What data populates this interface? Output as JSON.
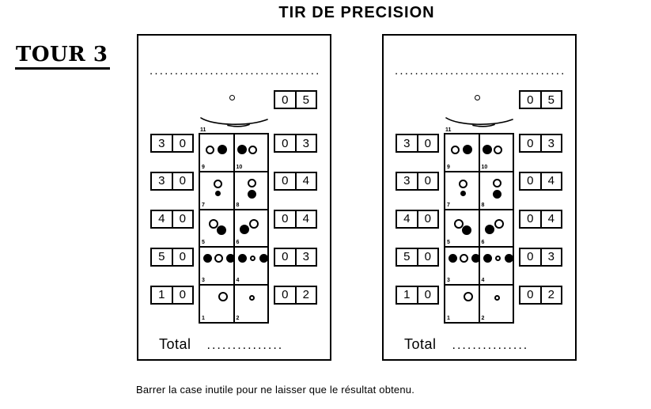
{
  "title": "TIR DE PRECISION",
  "round_label": "TOUR 3",
  "footer_note": "Barrer la case inutile pour ne laisser que le résultat obtenu.",
  "colors": {
    "ink": "#000000",
    "paper": "#ffffff"
  },
  "cards": [
    {
      "name_line": "...................................",
      "jack": "small-open-circle",
      "top_box": [
        "0",
        "5"
      ],
      "zone_label": "11",
      "rows": [
        {
          "left": [
            "3",
            "0"
          ],
          "right": [
            "0",
            "3"
          ],
          "cells": [
            {
              "num": "9",
              "balls": [
                {
                  "t": "open",
                  "x": 12,
                  "y": 19,
                  "d": 11
                },
                {
                  "t": "solid",
                  "x": 28,
                  "y": 19,
                  "d": 12
                }
              ]
            },
            {
              "num": "10",
              "balls": [
                {
                  "t": "solid",
                  "x": 9,
                  "y": 19,
                  "d": 12
                },
                {
                  "t": "open",
                  "x": 23,
                  "y": 19,
                  "d": 11
                }
              ]
            }
          ]
        },
        {
          "left": [
            "3",
            "0"
          ],
          "right": [
            "0",
            "4"
          ],
          "cells": [
            {
              "num": "7",
              "balls": [
                {
                  "t": "open",
                  "x": 22,
                  "y": 15,
                  "d": 11
                },
                {
                  "t": "solid",
                  "x": 22,
                  "y": 27,
                  "d": 7
                }
              ]
            },
            {
              "num": "8",
              "balls": [
                {
                  "t": "open",
                  "x": 22,
                  "y": 14,
                  "d": 11
                },
                {
                  "t": "solid",
                  "x": 22,
                  "y": 28,
                  "d": 11
                }
              ]
            }
          ]
        },
        {
          "left": [
            "4",
            "0"
          ],
          "right": [
            "0",
            "4"
          ],
          "cells": [
            {
              "num": "5",
              "balls": [
                {
                  "t": "open",
                  "x": 17,
                  "y": 17,
                  "d": 12
                },
                {
                  "t": "solid",
                  "x": 27,
                  "y": 25,
                  "d": 12
                }
              ]
            },
            {
              "num": "6",
              "balls": [
                {
                  "t": "solid",
                  "x": 12,
                  "y": 24,
                  "d": 12
                },
                {
                  "t": "open",
                  "x": 24,
                  "y": 17,
                  "d": 12
                }
              ]
            }
          ]
        },
        {
          "left": [
            "5",
            "0"
          ],
          "right": [
            "0",
            "3"
          ],
          "cells": [
            {
              "num": "3",
              "balls": [
                {
                  "t": "solid",
                  "x": 9,
                  "y": 13,
                  "d": 11
                },
                {
                  "t": "open",
                  "x": 23,
                  "y": 13,
                  "d": 11
                },
                {
                  "t": "solid",
                  "x": 38,
                  "y": 13,
                  "d": 11
                }
              ]
            },
            {
              "num": "4",
              "balls": [
                {
                  "t": "solid",
                  "x": 10,
                  "y": 13,
                  "d": 11
                },
                {
                  "t": "open",
                  "x": 23,
                  "y": 13,
                  "d": 7
                },
                {
                  "t": "solid",
                  "x": 37,
                  "y": 13,
                  "d": 11
                }
              ]
            }
          ]
        },
        {
          "left": [
            "1",
            "0"
          ],
          "right": [
            "0",
            "2"
          ],
          "cells": [
            {
              "num": "1",
              "balls": [
                {
                  "t": "open",
                  "x": 29,
                  "y": 14,
                  "d": 12
                }
              ]
            },
            {
              "num": "2",
              "balls": [
                {
                  "t": "open",
                  "x": 22,
                  "y": 15,
                  "d": 7
                }
              ]
            }
          ]
        }
      ],
      "total_label": "Total",
      "total_dots": "..............."
    },
    {
      "name_line": "...................................",
      "jack": "small-open-circle",
      "top_box": [
        "0",
        "5"
      ],
      "zone_label": "11",
      "rows": [
        {
          "left": [
            "3",
            "0"
          ],
          "right": [
            "0",
            "3"
          ],
          "cells": [
            {
              "num": "9",
              "balls": [
                {
                  "t": "open",
                  "x": 12,
                  "y": 19,
                  "d": 11
                },
                {
                  "t": "solid",
                  "x": 28,
                  "y": 19,
                  "d": 12
                }
              ]
            },
            {
              "num": "10",
              "balls": [
                {
                  "t": "solid",
                  "x": 9,
                  "y": 19,
                  "d": 12
                },
                {
                  "t": "open",
                  "x": 23,
                  "y": 19,
                  "d": 11
                }
              ]
            }
          ]
        },
        {
          "left": [
            "3",
            "0"
          ],
          "right": [
            "0",
            "4"
          ],
          "cells": [
            {
              "num": "7",
              "balls": [
                {
                  "t": "open",
                  "x": 22,
                  "y": 15,
                  "d": 11
                },
                {
                  "t": "solid",
                  "x": 22,
                  "y": 27,
                  "d": 7
                }
              ]
            },
            {
              "num": "8",
              "balls": [
                {
                  "t": "open",
                  "x": 22,
                  "y": 14,
                  "d": 11
                },
                {
                  "t": "solid",
                  "x": 22,
                  "y": 28,
                  "d": 11
                }
              ]
            }
          ]
        },
        {
          "left": [
            "4",
            "0"
          ],
          "right": [
            "0",
            "4"
          ],
          "cells": [
            {
              "num": "5",
              "balls": [
                {
                  "t": "open",
                  "x": 17,
                  "y": 17,
                  "d": 12
                },
                {
                  "t": "solid",
                  "x": 27,
                  "y": 25,
                  "d": 12
                }
              ]
            },
            {
              "num": "6",
              "balls": [
                {
                  "t": "solid",
                  "x": 12,
                  "y": 24,
                  "d": 12
                },
                {
                  "t": "open",
                  "x": 24,
                  "y": 17,
                  "d": 12
                }
              ]
            }
          ]
        },
        {
          "left": [
            "5",
            "0"
          ],
          "right": [
            "0",
            "3"
          ],
          "cells": [
            {
              "num": "3",
              "balls": [
                {
                  "t": "solid",
                  "x": 9,
                  "y": 13,
                  "d": 11
                },
                {
                  "t": "open",
                  "x": 23,
                  "y": 13,
                  "d": 11
                },
                {
                  "t": "solid",
                  "x": 38,
                  "y": 13,
                  "d": 11
                }
              ]
            },
            {
              "num": "4",
              "balls": [
                {
                  "t": "solid",
                  "x": 10,
                  "y": 13,
                  "d": 11
                },
                {
                  "t": "open",
                  "x": 23,
                  "y": 13,
                  "d": 7
                },
                {
                  "t": "solid",
                  "x": 37,
                  "y": 13,
                  "d": 11
                }
              ]
            }
          ]
        },
        {
          "left": [
            "1",
            "0"
          ],
          "right": [
            "0",
            "2"
          ],
          "cells": [
            {
              "num": "1",
              "balls": [
                {
                  "t": "open",
                  "x": 29,
                  "y": 14,
                  "d": 12
                }
              ]
            },
            {
              "num": "2",
              "balls": [
                {
                  "t": "open",
                  "x": 22,
                  "y": 15,
                  "d": 7
                }
              ]
            }
          ]
        }
      ],
      "total_label": "Total",
      "total_dots": "..............."
    }
  ]
}
